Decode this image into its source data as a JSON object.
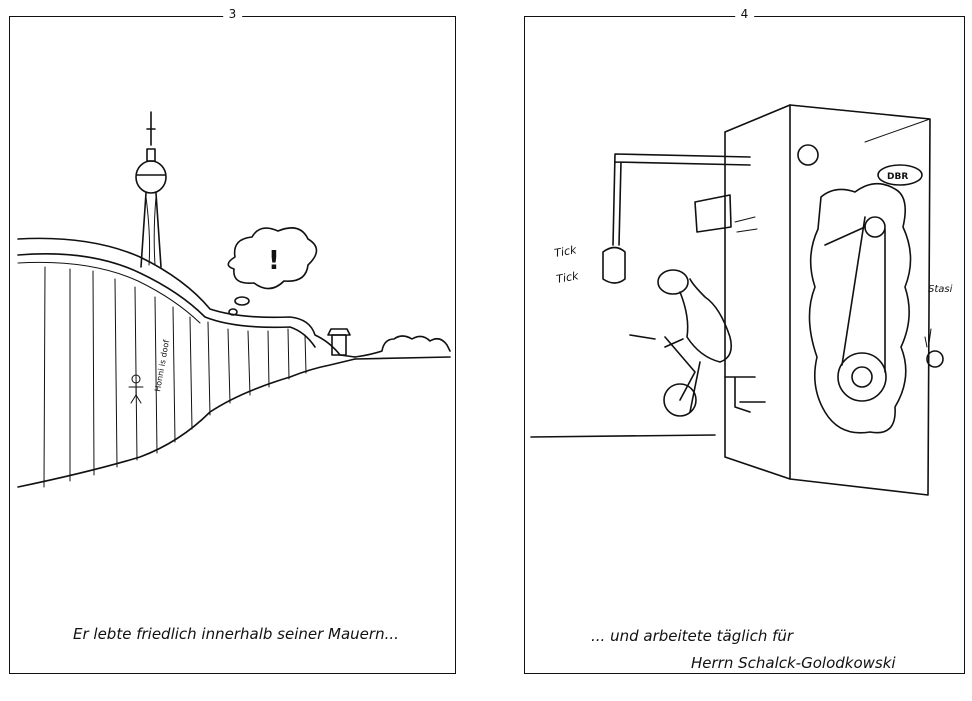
{
  "pages": [
    {
      "number": "3",
      "caption": "Er lebte friedlich innerhalb seiner Mauern...",
      "graffiti": "Honni is doof",
      "thought": "!"
    },
    {
      "number": "4",
      "caption_line1": "... und arbeitete täglich für",
      "caption_line2": "Herrn Schalck-Golodkowski",
      "sound_1": "Tick",
      "sound_2": "Tick",
      "badge": "DBR",
      "sign": "Stasi"
    }
  ]
}
